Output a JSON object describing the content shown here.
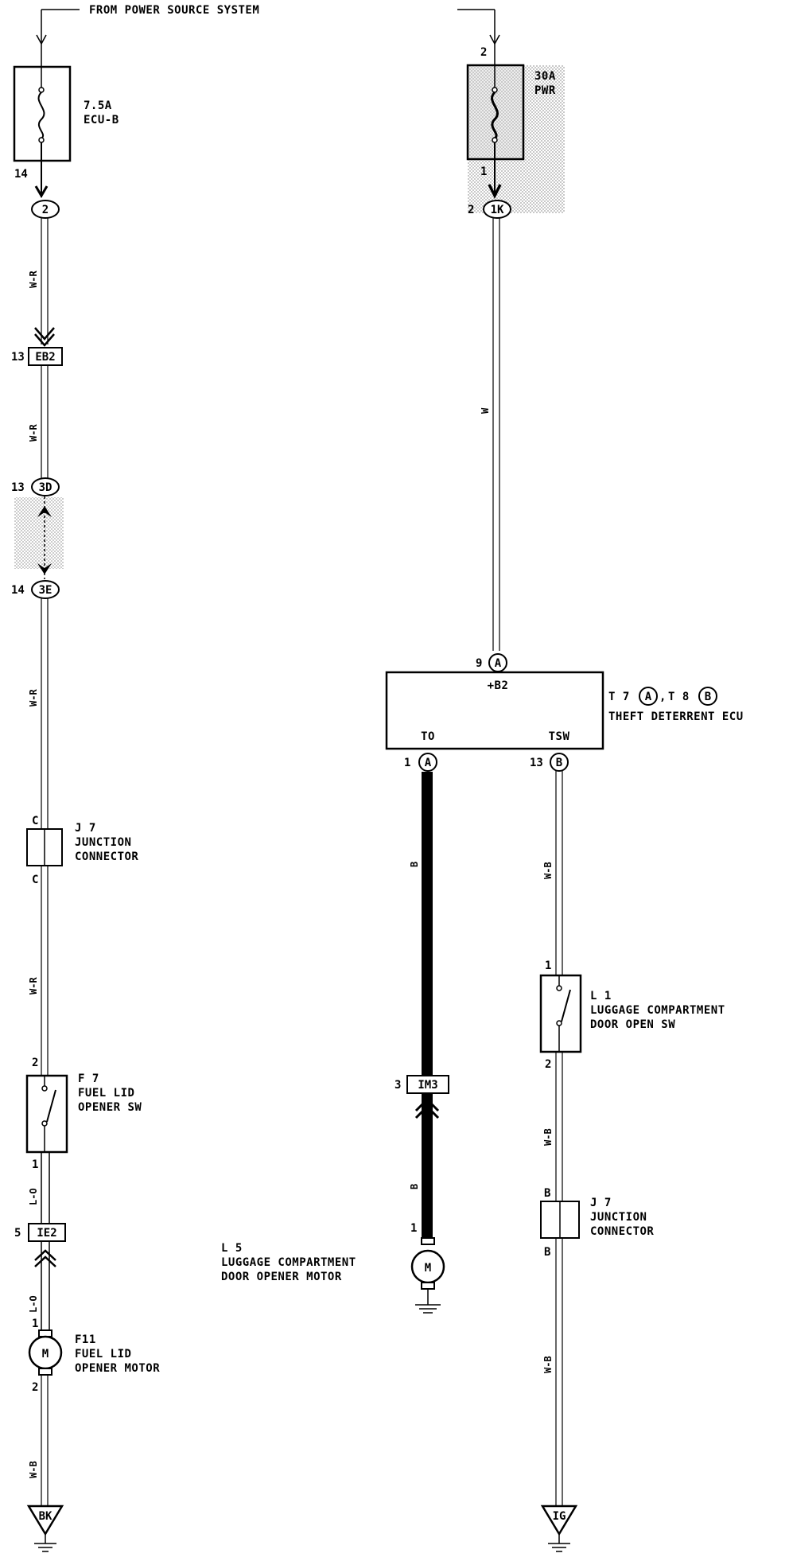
{
  "source_label": "FROM POWER SOURCE SYSTEM",
  "fuse_ecub": {
    "rating": "7.5A",
    "name": "ECU-B",
    "pin_out": "14",
    "connector": "2"
  },
  "fuse_pwr": {
    "pin_in": "2",
    "rating": "30A",
    "name": "PWR",
    "pin_out": "1",
    "conn_pin": "2",
    "connector": "1K"
  },
  "wires": {
    "w_r": "W-R",
    "w": "W",
    "b": "B",
    "w_b": "W-B",
    "l_o": "L-O"
  },
  "conn_eb2": {
    "pin": "13",
    "name": "EB2"
  },
  "conn_3d": {
    "pin": "13",
    "name": "3D"
  },
  "conn_3e": {
    "pin": "14",
    "name": "3E"
  },
  "j7_left": {
    "id": "J 7",
    "line1": "JUNCTION",
    "line2": "CONNECTOR",
    "pin_top": "C",
    "pin_bottom": "C"
  },
  "f7": {
    "id": "F 7",
    "line1": "FUEL LID",
    "line2": "OPENER SW",
    "pin_top": "2",
    "pin_bottom": "1"
  },
  "conn_ie2": {
    "pin": "5",
    "name": "IE2"
  },
  "f11": {
    "id": "F11",
    "line1": "FUEL LID",
    "line2": "OPENER MOTOR",
    "pin_top": "1",
    "pin_bottom": "2",
    "motor": "M"
  },
  "ground_bk": "BK",
  "ecu": {
    "pin_b2": "9",
    "conn_b2": "A",
    "b2_label": "+B2",
    "prefix_a": "T 7",
    "conn_a": "A",
    "sep": ",",
    "prefix_b": "T 8",
    "conn_b": "B",
    "name": "THEFT DETERRENT ECU",
    "to_label": "TO",
    "tsw_label": "TSW",
    "pin_to": "1",
    "conn_to": "A",
    "pin_tsw": "13",
    "conn_tsw": "B"
  },
  "conn_im3": {
    "pin": "3",
    "name": "IM3"
  },
  "l5": {
    "id": "L 5",
    "line1": "LUGGAGE COMPARTMENT",
    "line2": "DOOR OPENER MOTOR",
    "pin": "1",
    "motor": "M"
  },
  "l1": {
    "id": "L 1",
    "line1": "LUGGAGE COMPARTMENT",
    "line2": "DOOR OPEN SW",
    "pin_top": "1",
    "pin_bottom": "2"
  },
  "j7_right": {
    "id": "J 7",
    "line1": "JUNCTION",
    "line2": "CONNECTOR",
    "pin_top": "B",
    "pin_bottom": "B"
  },
  "ground_ig": "IG"
}
